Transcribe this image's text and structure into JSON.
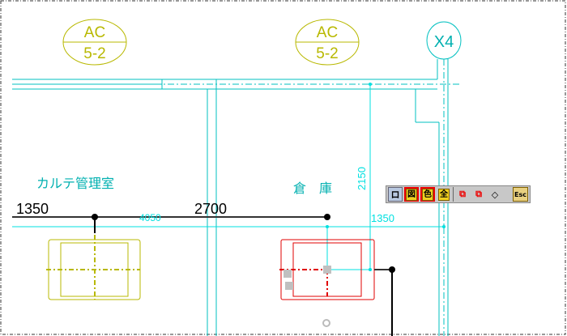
{
  "tags": [
    {
      "top": "AC",
      "bottom": "5-2"
    },
    {
      "top": "AC",
      "bottom": "5-2"
    }
  ],
  "grid_label": "X4",
  "rooms": [
    "カルテ管理室",
    "倉　庫"
  ],
  "dimensions": {
    "d1": "1350",
    "d2": "2700",
    "d3": "4050",
    "d4": "2150",
    "d5": "1350"
  },
  "toolbar": {
    "pin": "ロ",
    "fig": "図",
    "color": "色",
    "all": "全",
    "esc": "Esc"
  },
  "colors": {
    "cyan": "#00c8c8",
    "yellow": "#b8b800",
    "red": "#e00000"
  }
}
